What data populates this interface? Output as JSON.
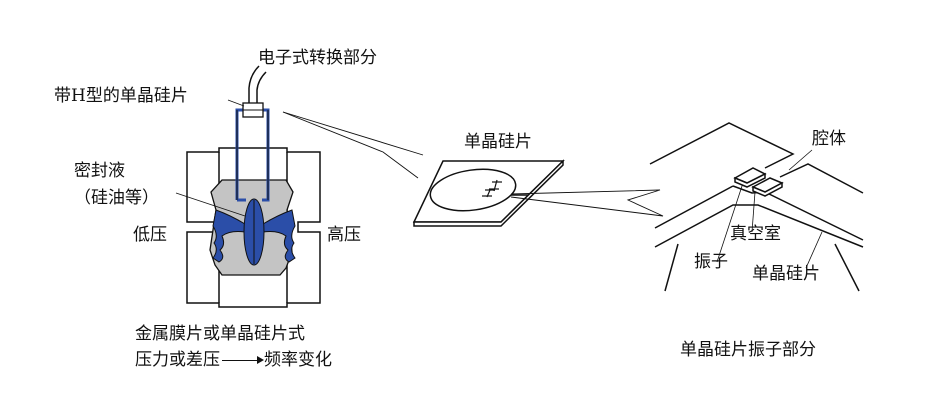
{
  "labels": {
    "electronic_conversion": "电子式转换部分",
    "h_type_chip": "带H型的单晶硅片",
    "sealing_fluid": "密封液",
    "silicone_oil": "（硅油等）",
    "low_pressure": "低压",
    "high_pressure": "高压",
    "silicon_chip_middle": "单晶硅片",
    "cavity": "腔体",
    "vacuum_chamber": "真空室",
    "vibrator": "振子",
    "silicon_chip_right": "单晶硅片"
  },
  "captions": {
    "left_line1": "金属膜片或单晶硅片式",
    "left_line2_a": "压力或差压",
    "left_line2_b": "频率变化",
    "right": "单晶硅片振子部分"
  },
  "colors": {
    "fluid": "#c4c4c4",
    "diaphragm": "#2b4ea8"
  }
}
